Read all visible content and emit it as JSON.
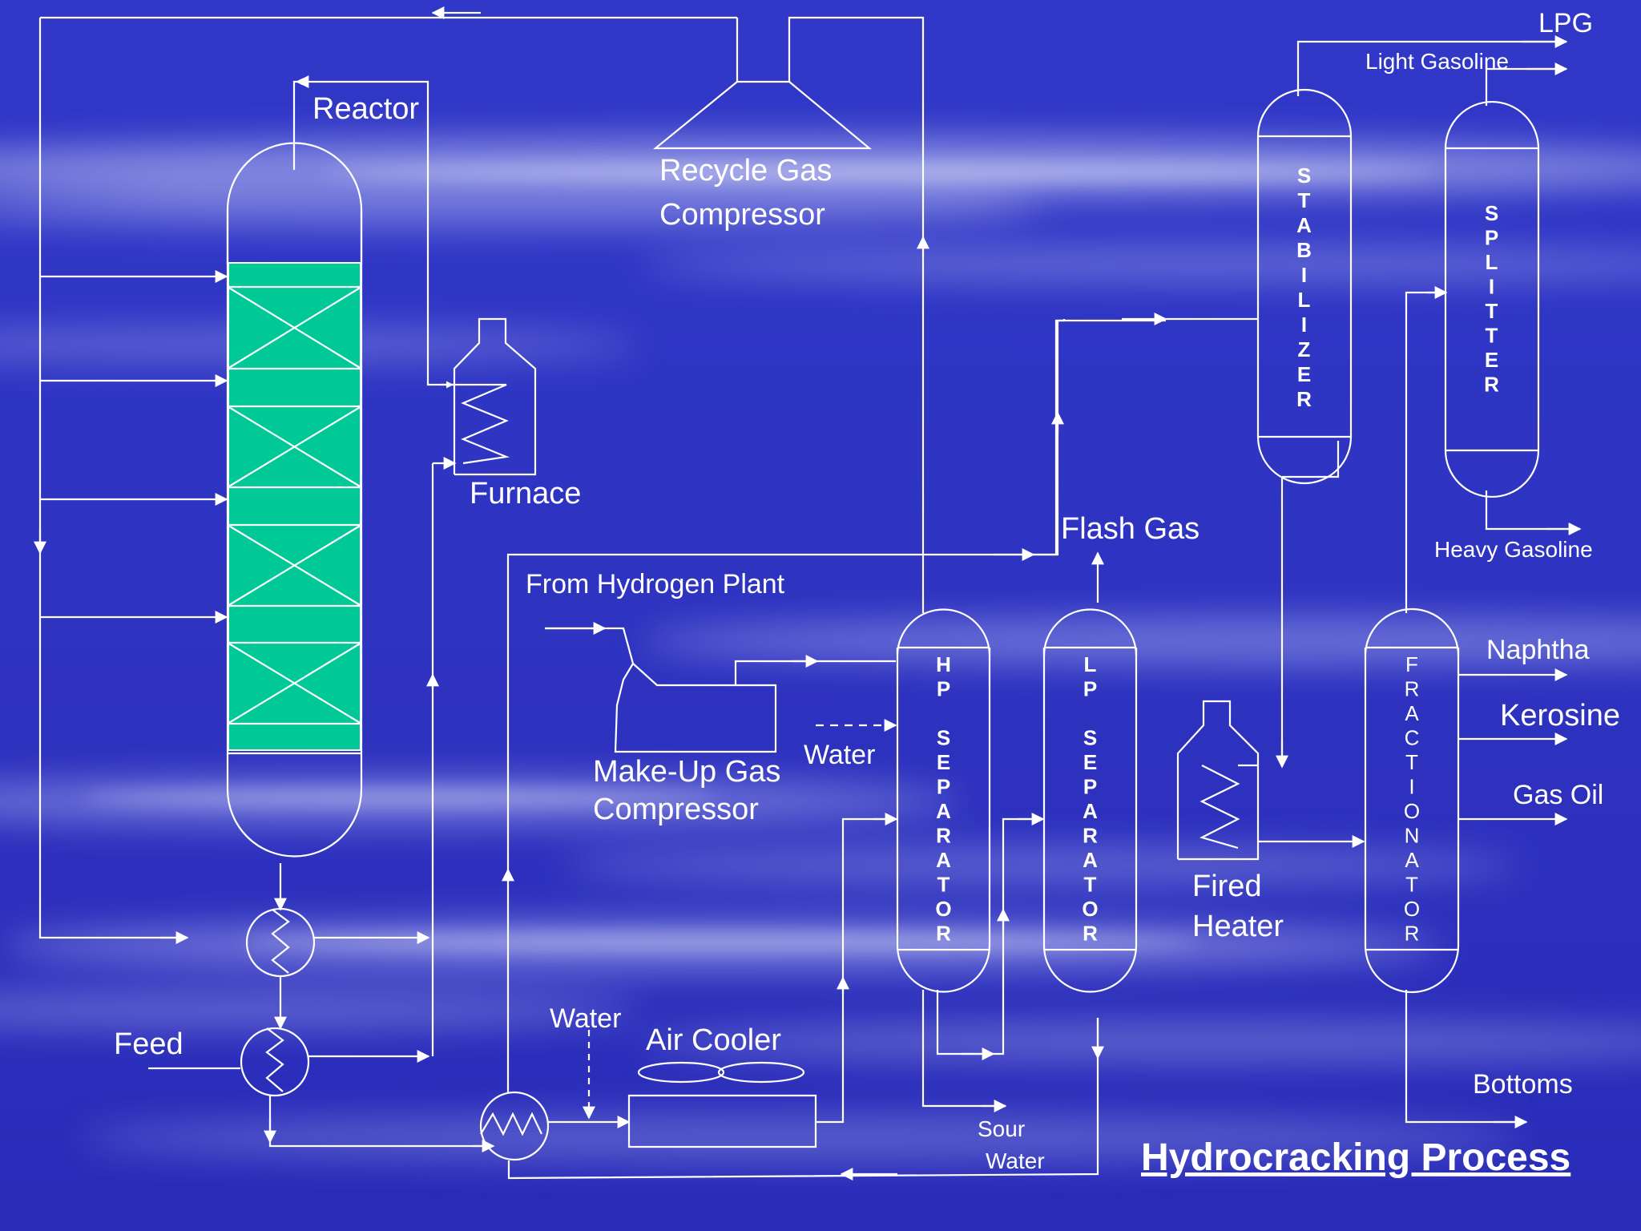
{
  "title": "Hydrocracking Process",
  "units": {
    "reactor": "Reactor",
    "furnace": "Furnace",
    "recycle_gas_compressor": [
      "Recycle Gas",
      "Compressor"
    ],
    "makeup_gas_compressor": [
      "Make-Up Gas",
      "Compressor"
    ],
    "air_cooler": "Air Cooler",
    "fired_heater": [
      "Fired",
      "Heater"
    ],
    "hp_separator": [
      "H",
      "P",
      "",
      "S",
      "E",
      "P",
      "A",
      "R",
      "A",
      "T",
      "O",
      "R"
    ],
    "lp_separator": [
      "L",
      "P",
      "",
      "S",
      "E",
      "P",
      "A",
      "R",
      "A",
      "T",
      "O",
      "R"
    ],
    "stabilizer": [
      "S",
      "T",
      "A",
      "B",
      "I",
      "L",
      "I",
      "Z",
      "E",
      "R"
    ],
    "splitter": [
      "S",
      "P",
      "L",
      "I",
      "T",
      "T",
      "E",
      "R"
    ],
    "fractionator": [
      "F",
      "R",
      "A",
      "C",
      "T",
      "I",
      "O",
      "N",
      "A",
      "T",
      "O",
      "R"
    ]
  },
  "streams": {
    "feed": "Feed",
    "from_hydrogen_plant": "From Hydrogen Plant",
    "water_top": "Water",
    "water_cooler": "Water",
    "flash_gas": "Flash Gas",
    "sour_water": [
      "Sour",
      "Water"
    ],
    "lpg": "LPG",
    "light_gasoline": "Light Gasoline",
    "heavy_gasoline": "Heavy Gasoline",
    "naphtha": "Naphtha",
    "kerosine": "Kerosine",
    "gas_oil": "Gas Oil",
    "bottoms": "Bottoms"
  },
  "colors": {
    "background": "#2a2fc2",
    "catalyst_bed": "#00c896",
    "line": "#ffffff"
  }
}
